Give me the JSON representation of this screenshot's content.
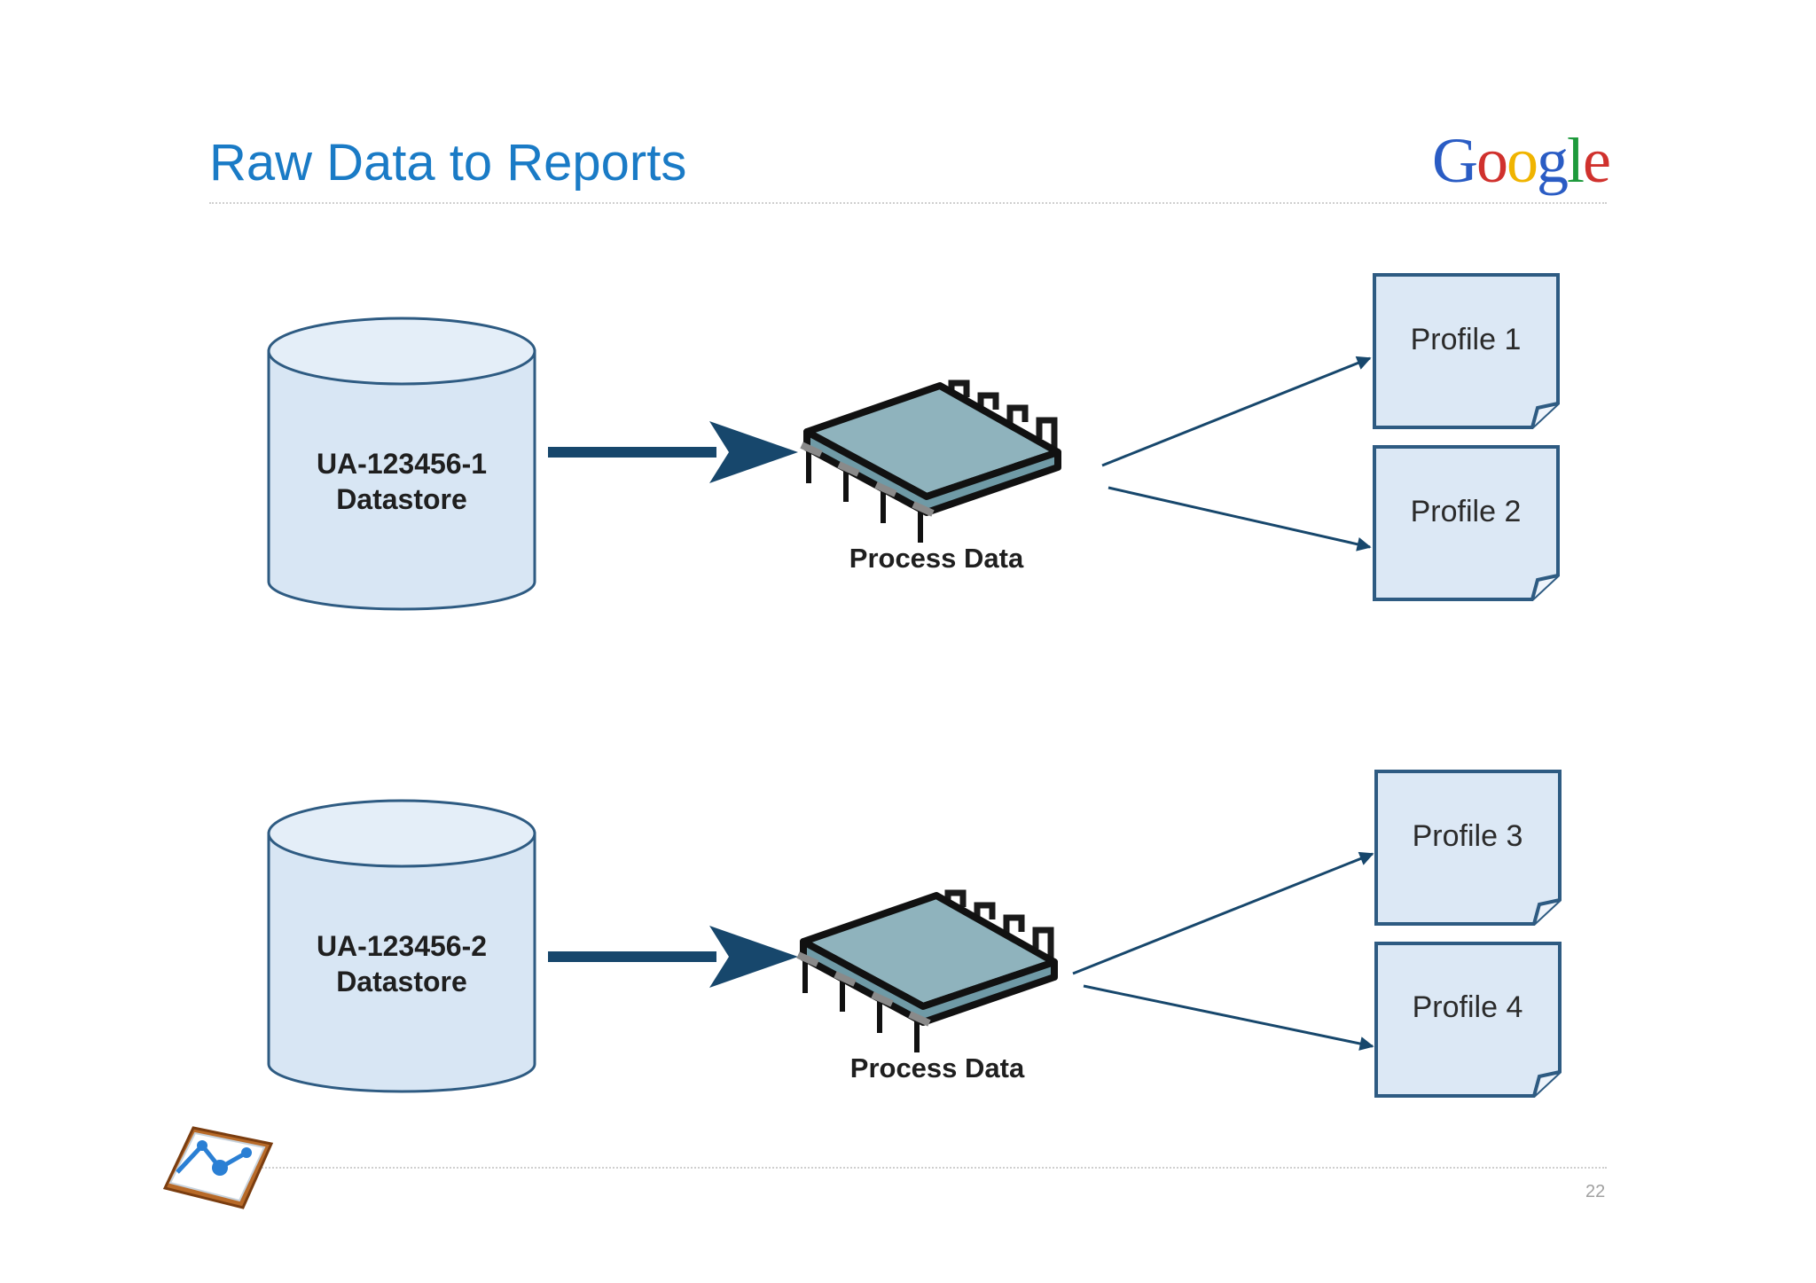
{
  "slide": {
    "title": "Raw Data to Reports",
    "page_number": "22"
  },
  "logo": {
    "letters": [
      "G",
      "o",
      "o",
      "g",
      "l",
      "e"
    ],
    "colors": [
      "#2a5cc4",
      "#d0312d",
      "#f0b400",
      "#2a5cc4",
      "#1e9a3c",
      "#d0312d"
    ]
  },
  "diagram": {
    "rows": [
      {
        "datastore": {
          "line1": "UA-123456-1",
          "line2": "Datastore"
        },
        "process": "Process Data",
        "profiles": [
          "Profile 1",
          "Profile 2"
        ]
      },
      {
        "datastore": {
          "line1": "UA-123456-2",
          "line2": "Datastore"
        },
        "process": "Process Data",
        "profiles": [
          "Profile 3",
          "Profile 4"
        ]
      }
    ]
  },
  "colors": {
    "title": "#1a7bc6",
    "arrow": "#17476c",
    "cylinder_fill": "#d8e6f4",
    "cylinder_stroke": "#2e5b82",
    "chip_fill": "#8fb3bd",
    "profile_fill": "#dce8f5",
    "profile_stroke": "#2e5b82"
  },
  "icons": [
    "google-analytics-icon"
  ]
}
